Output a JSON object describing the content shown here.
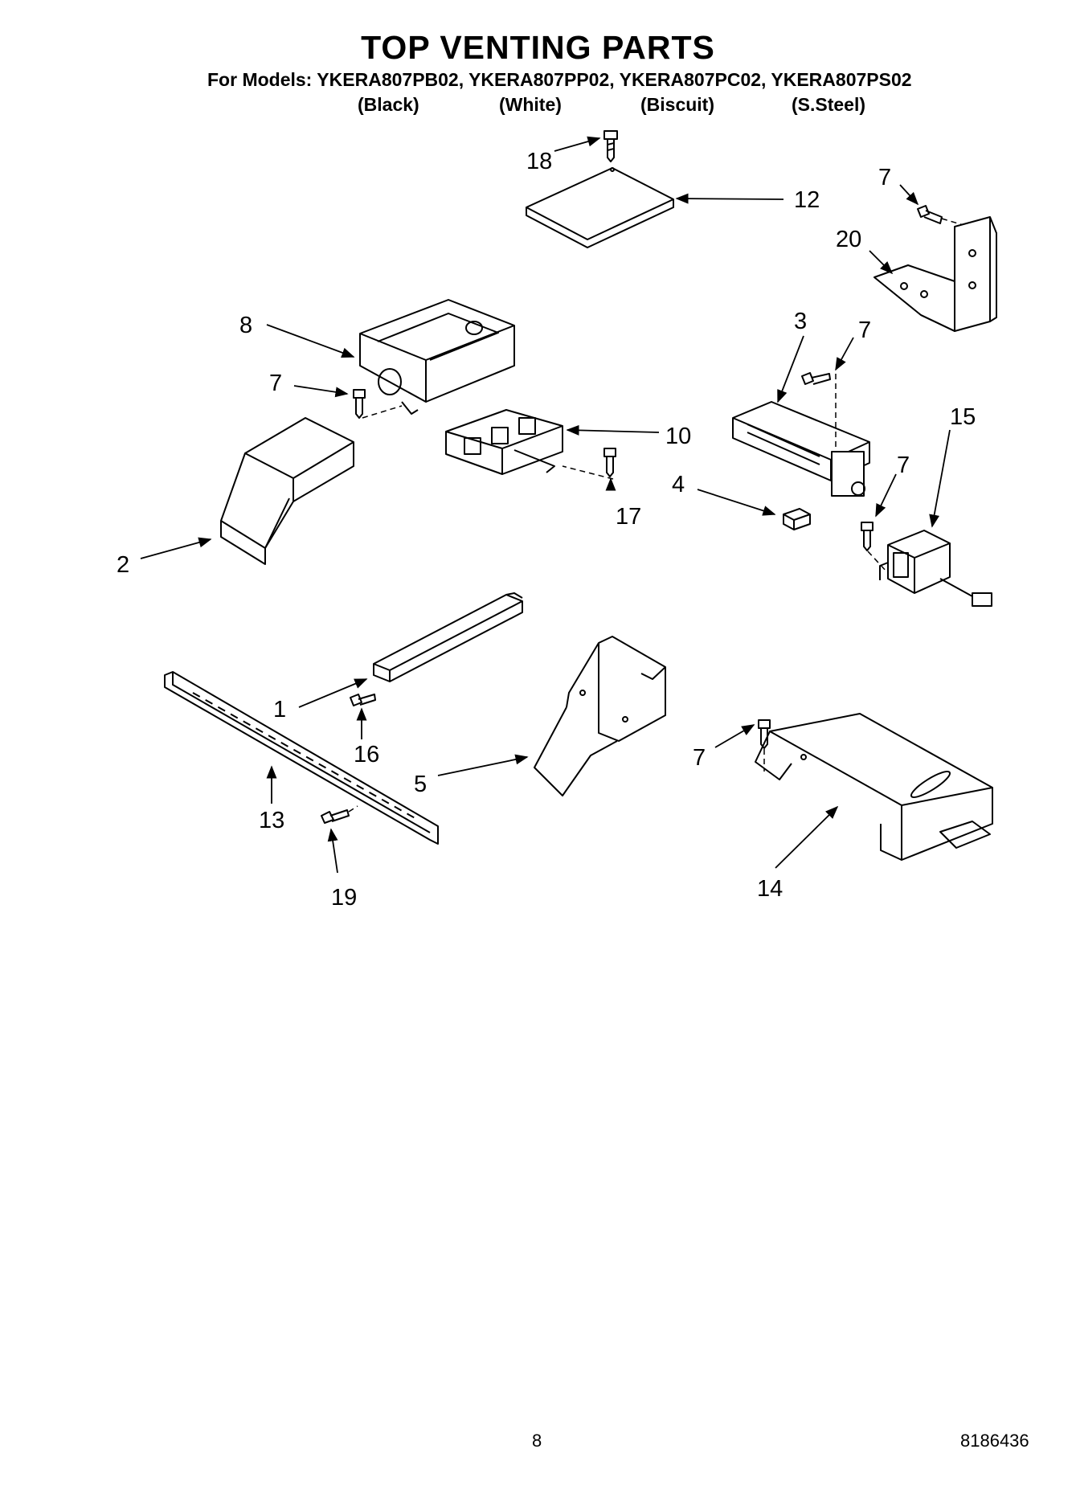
{
  "header": {
    "title": "TOP VENTING PARTS",
    "models_line": "For Models: YKERA807PB02, YKERA807PP02, YKERA807PC02, YKERA807PS02",
    "variants": [
      "(Black)",
      "(White)",
      "(Biscuit)",
      "(S.Steel)"
    ]
  },
  "callouts": {
    "c18": "18",
    "c12": "12",
    "c7a": "7",
    "c20": "20",
    "c8": "8",
    "c7b": "7",
    "c3": "3",
    "c7c": "7",
    "c10": "10",
    "c15": "15",
    "c17": "17",
    "c4": "4",
    "c7d": "7",
    "c2": "2",
    "c1": "1",
    "c16": "16",
    "c5": "5",
    "c7e": "7",
    "c13": "13",
    "c14": "14",
    "c19": "19"
  },
  "footer": {
    "page_number": "8",
    "doc_number": "8186436"
  }
}
